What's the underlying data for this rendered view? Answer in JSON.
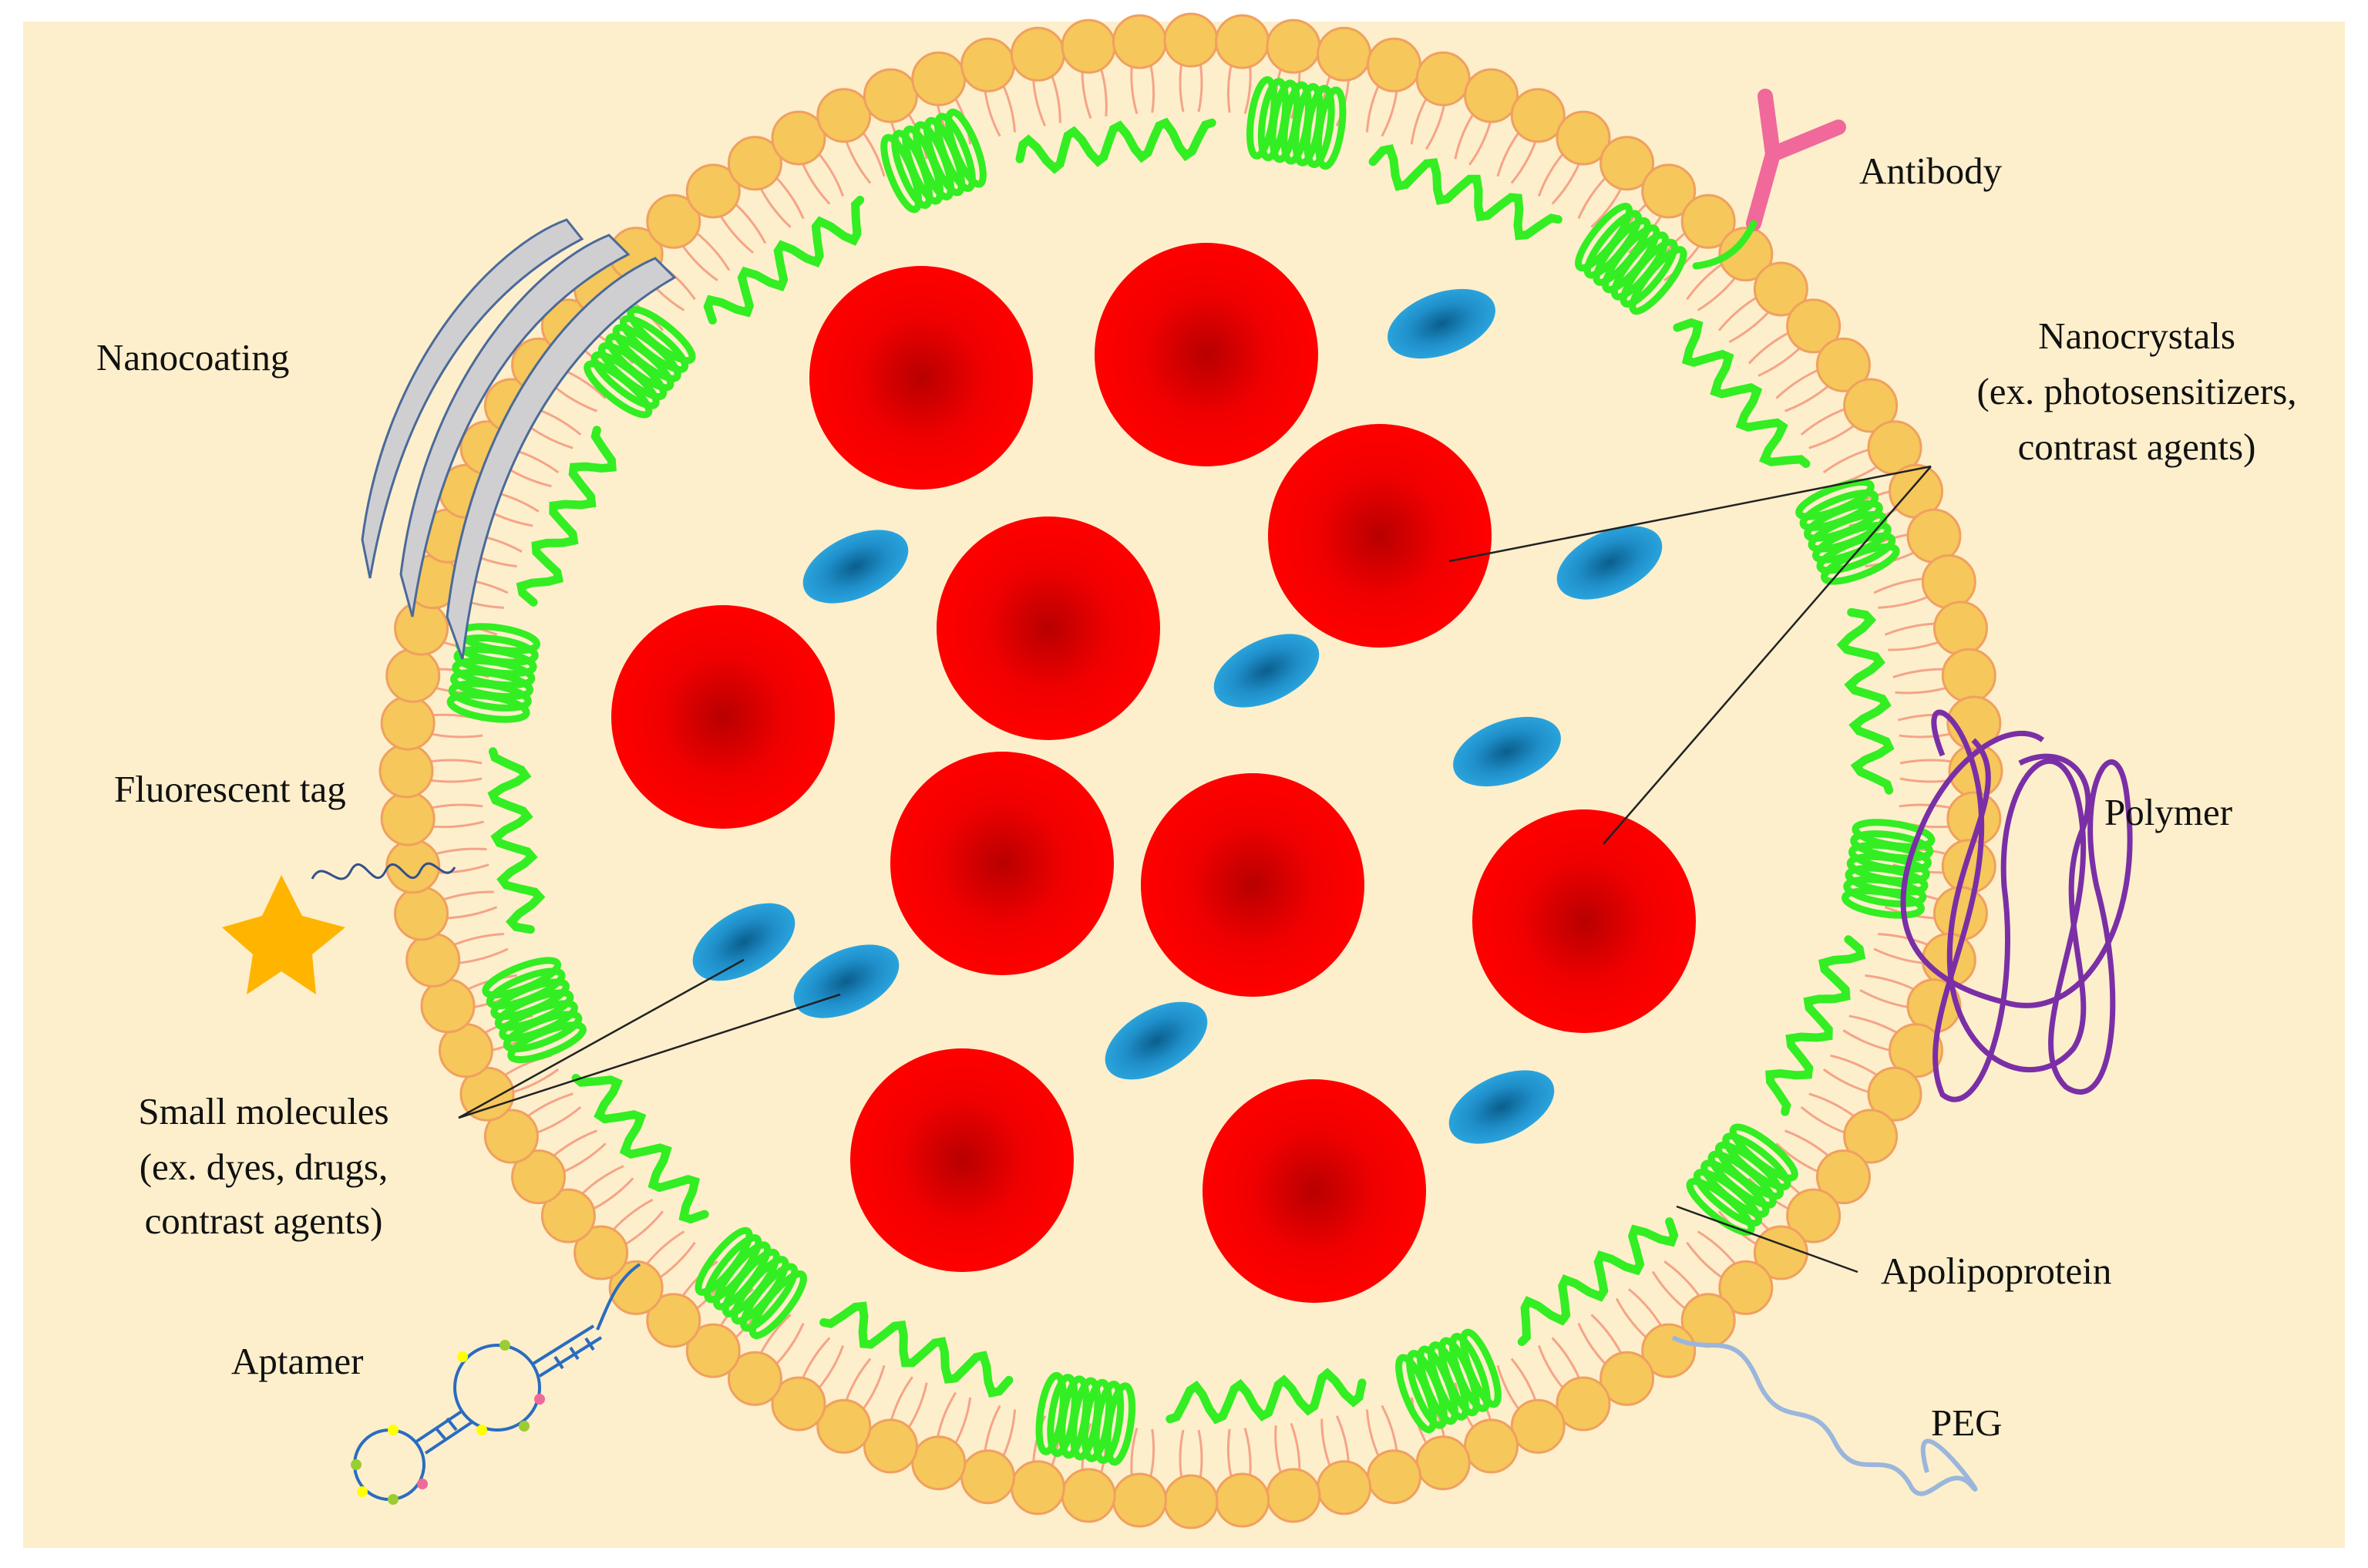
{
  "labels": {
    "antibody": "Antibody",
    "nanocoating": "Nanocoating",
    "nanocrystals_line1": "Nanocrystals",
    "nanocrystals_line2": "(ex. photosensitizers,",
    "nanocrystals_line3": "contrast agents)",
    "fluorescent_tag": "Fluorescent tag",
    "polymer": "Polymer",
    "small_molecules_line1": "Small molecules",
    "small_molecules_line2": "(ex. dyes, drugs,",
    "small_molecules_line3": "contrast agents)",
    "apolipoprotein": "Apolipoprotein",
    "aptamer": "Aptamer",
    "peg": "PEG"
  },
  "colors": {
    "background": "#fdefcc",
    "lipid_head": "#f6c75a",
    "lipid_head_stroke": "#f0a060",
    "lipid_tail": "#f5a488",
    "apolipoprotein": "#33ee22",
    "nanocrystal": "#ff0000",
    "nanocrystal_core": "#b80000",
    "small_molecule": "#2aa3dc",
    "small_molecule_core": "#0a5e8c",
    "antibody": "#f0699a",
    "polymer": "#7a2fa6",
    "nanocoating": "#cfcfd2",
    "nanocoating_stroke": "#4a6a9a",
    "star": "#ffb400",
    "peg": "#9ab6dc",
    "aptamer": "#2a6cc0"
  }
}
